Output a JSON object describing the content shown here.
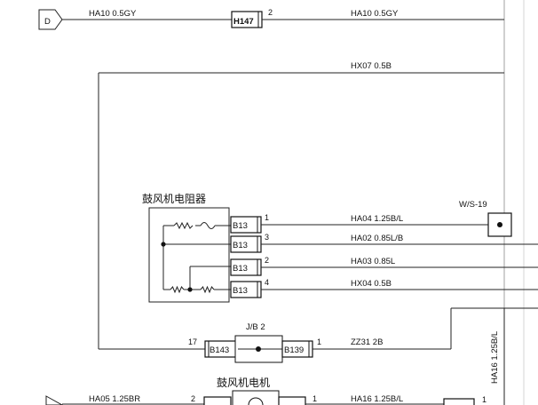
{
  "terminals": {
    "left_top": "D"
  },
  "connectors": {
    "h147": "H147",
    "h147_pin": "2",
    "b13_1": "B13",
    "b13_2": "B13",
    "b13_3": "B13",
    "b13_4": "B13",
    "b143": "B143",
    "b139": "B139",
    "b143_pin": "17",
    "b139_pin": "1",
    "jb": "J/B 2",
    "ws": "W/S-19",
    "bottom_left_pin": "2",
    "bottom_mid_pin": "1",
    "bottom_right_pin": "1"
  },
  "components": {
    "blower_resistor": "鼓风机电阻器",
    "blower_motor": "鼓风机电机"
  },
  "wires": {
    "top_left": "HA10 0.5GY",
    "top_right": "HA10 0.5GY",
    "hx07": "HX07 0.5B",
    "ha04": "HA04 1.25B/L",
    "ha02": "HA02 0.85L/B",
    "ha03": "HA03 0.85L",
    "hx04": "HX04 0.5B",
    "zz31": "ZZ31 2B",
    "ha05": "HA05 1.25BR",
    "ha16_bottom": "HA16 1.25B/L",
    "ha16_vertical": "HA16 1.25B/L"
  },
  "pins": {
    "p1": "1",
    "p3": "3",
    "p2": "2",
    "p4": "4"
  }
}
